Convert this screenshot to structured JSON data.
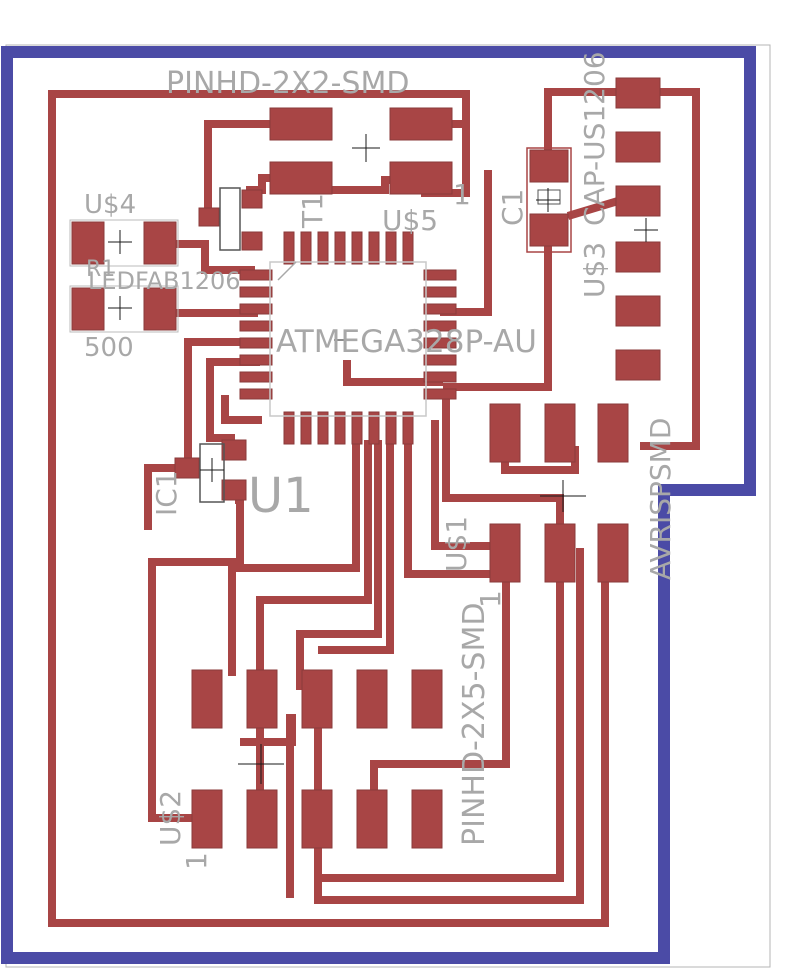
{
  "colors": {
    "background": "#ffffff",
    "outline": "#4b4ba6",
    "trace": "#a84545",
    "pad": "#a84545",
    "label": "#a8a8a8",
    "cross": "#1a1a1a"
  },
  "labels": {
    "pinhd_2x2": "PINHD-2X2-SMD",
    "pin1_top": "1",
    "t1": "T1",
    "us5": "U$5",
    "c1": "C1",
    "cap": "CAP-US1206",
    "us3": "U$3",
    "us4": "U$4",
    "ledfab": "LEDFAB1206",
    "r1": "R1",
    "r500": "500",
    "atmega": "ATMEGA328P-AU",
    "ic1": "IC1",
    "u1": "U1",
    "avrisp": "AVRISPSMD",
    "us1": "U$1",
    "pin1_mid": "1",
    "pinhd_2x5": "PINHD-2X5-SMD",
    "us2": "U$2",
    "pin1_bot": "1"
  }
}
